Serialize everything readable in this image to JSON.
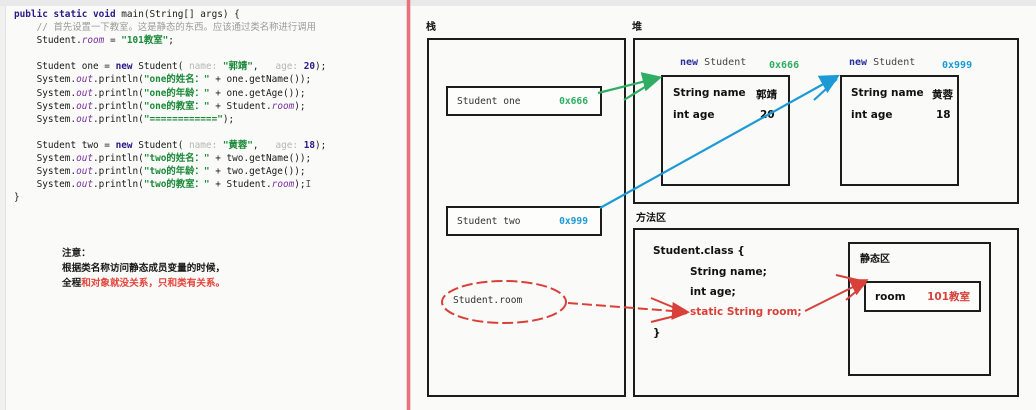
{
  "code": {
    "lines": [
      [
        {
          "t": "public ",
          "c": "kw"
        },
        {
          "t": "static ",
          "c": "kw"
        },
        {
          "t": "void ",
          "c": "kw"
        },
        {
          "t": "main(String[] args) {",
          "c": "plain"
        }
      ],
      [
        {
          "t": "    ",
          "c": "plain"
        },
        {
          "t": "// 首先设置一下教室。这是静态的东西。应该通过类名称进行调用",
          "c": "cmt"
        }
      ],
      [
        {
          "t": "    Student.",
          "c": "plain"
        },
        {
          "t": "room",
          "c": "fld"
        },
        {
          "t": " = ",
          "c": "plain"
        },
        {
          "t": "\"101教室\"",
          "c": "str"
        },
        {
          "t": ";",
          "c": "plain"
        }
      ],
      [],
      [
        {
          "t": "    Student one = ",
          "c": "plain"
        },
        {
          "t": "new",
          "c": "kw"
        },
        {
          "t": " Student( ",
          "c": "plain"
        },
        {
          "t": "name: ",
          "c": "param"
        },
        {
          "t": "\"郭靖\"",
          "c": "str"
        },
        {
          "t": ",   ",
          "c": "plain"
        },
        {
          "t": "age: ",
          "c": "param"
        },
        {
          "t": "20",
          "c": "num"
        },
        {
          "t": ");",
          "c": "plain"
        }
      ],
      [
        {
          "t": "    System.",
          "c": "plain"
        },
        {
          "t": "out",
          "c": "fld"
        },
        {
          "t": ".println(",
          "c": "plain"
        },
        {
          "t": "\"one的姓名：\"",
          "c": "str"
        },
        {
          "t": " + one.getName());",
          "c": "plain"
        }
      ],
      [
        {
          "t": "    System.",
          "c": "plain"
        },
        {
          "t": "out",
          "c": "fld"
        },
        {
          "t": ".println(",
          "c": "plain"
        },
        {
          "t": "\"one的年龄：\"",
          "c": "str"
        },
        {
          "t": " + one.getAge());",
          "c": "plain"
        }
      ],
      [
        {
          "t": "    System.",
          "c": "plain"
        },
        {
          "t": "out",
          "c": "fld"
        },
        {
          "t": ".println(",
          "c": "plain"
        },
        {
          "t": "\"one的教室：\"",
          "c": "str"
        },
        {
          "t": " + Student.",
          "c": "plain"
        },
        {
          "t": "room",
          "c": "fld"
        },
        {
          "t": ");",
          "c": "plain"
        }
      ],
      [
        {
          "t": "    System.",
          "c": "plain"
        },
        {
          "t": "out",
          "c": "fld"
        },
        {
          "t": ".println(",
          "c": "plain"
        },
        {
          "t": "\"============\"",
          "c": "str"
        },
        {
          "t": ");",
          "c": "plain"
        }
      ],
      [],
      [
        {
          "t": "    Student two = ",
          "c": "plain"
        },
        {
          "t": "new",
          "c": "kw"
        },
        {
          "t": " Student( ",
          "c": "plain"
        },
        {
          "t": "name: ",
          "c": "param"
        },
        {
          "t": "\"黄蓉\"",
          "c": "str"
        },
        {
          "t": ",   ",
          "c": "plain"
        },
        {
          "t": "age: ",
          "c": "param"
        },
        {
          "t": "18",
          "c": "num"
        },
        {
          "t": ");",
          "c": "plain"
        }
      ],
      [
        {
          "t": "    System.",
          "c": "plain"
        },
        {
          "t": "out",
          "c": "fld"
        },
        {
          "t": ".println(",
          "c": "plain"
        },
        {
          "t": "\"two的姓名：\"",
          "c": "str"
        },
        {
          "t": " + two.getName());",
          "c": "plain"
        }
      ],
      [
        {
          "t": "    System.",
          "c": "plain"
        },
        {
          "t": "out",
          "c": "fld"
        },
        {
          "t": ".println(",
          "c": "plain"
        },
        {
          "t": "\"two的年龄：\"",
          "c": "str"
        },
        {
          "t": " + two.getAge());",
          "c": "plain"
        }
      ],
      [
        {
          "t": "    System.",
          "c": "plain"
        },
        {
          "t": "out",
          "c": "fld"
        },
        {
          "t": ".println(",
          "c": "plain"
        },
        {
          "t": "\"two的教室：\"",
          "c": "str"
        },
        {
          "t": " + Student.",
          "c": "plain"
        },
        {
          "t": "room",
          "c": "fld"
        },
        {
          "t": ");",
          "c": "plain"
        },
        {
          "t": "I",
          "c": "cursor"
        }
      ],
      [
        {
          "t": "}",
          "c": "plain"
        }
      ]
    ]
  },
  "note": {
    "title": "注意：",
    "line1": "根据类名称访问静态成员变量的时候，",
    "line2_black": "全程",
    "line2_red": "和对象就没关系，只和类有关系。"
  },
  "diagram": {
    "stack_label": "栈",
    "heap_label": "堆",
    "method_area_label": "方法区",
    "static_area_label": "静态区",
    "stack_frames": [
      {
        "name": "Student one",
        "address": "0x666",
        "color": "#2fae63"
      },
      {
        "name": "Student two",
        "address": "0x999",
        "color": "#1c9ad6"
      }
    ],
    "heap_objects": [
      {
        "title_kw": "new",
        "title_cls": "Student",
        "address": "0x666",
        "addr_color": "#2fae63",
        "fields": [
          {
            "decl": "String name",
            "value": "郭靖"
          },
          {
            "decl": "int age",
            "value": "20"
          }
        ]
      },
      {
        "title_kw": "new",
        "title_cls": "Student",
        "address": "0x999",
        "addr_color": "#1c9ad6",
        "fields": [
          {
            "decl": "String name",
            "value": "黄蓉"
          },
          {
            "decl": "int age",
            "value": "18"
          }
        ]
      }
    ],
    "class_block": {
      "open": "Student.class {",
      "member1": "String name;",
      "member2": "int age;",
      "member3_static": "static String room;",
      "close": "}"
    },
    "static_cell": {
      "key": "room",
      "value": "101教室"
    },
    "ellipse_text": "Student.room",
    "arrow_colors": {
      "green": "#2fae63",
      "blue": "#1c9ad6",
      "red": "#d8413a"
    }
  }
}
